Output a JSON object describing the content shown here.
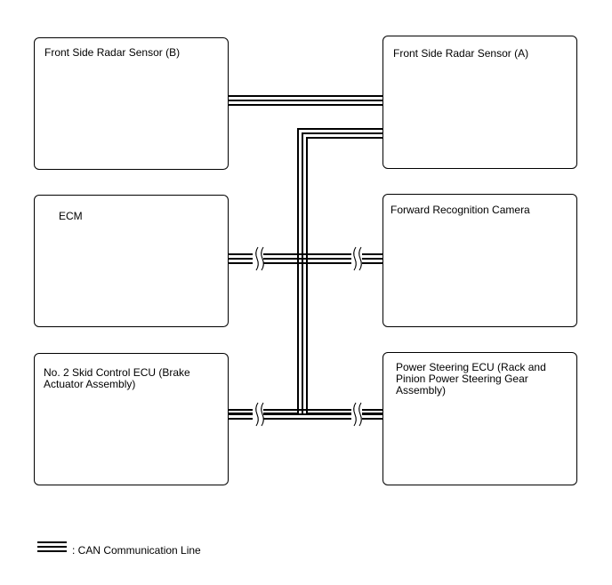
{
  "modules": {
    "radar_b": {
      "label": "Front Side Radar Sensor (B)"
    },
    "radar_a": {
      "label": "Front Side Radar Sensor (A)"
    },
    "ecm": {
      "label": "ECM"
    },
    "camera": {
      "label": "Forward Recognition Camera"
    },
    "skid_ecu": {
      "label": "No. 2 Skid Control ECU (Brake Actuator Assembly)"
    },
    "ps_ecu": {
      "label": "Power Steering ECU (Rack and Pinion Power Steering Gear Assembly)"
    }
  },
  "legend": {
    "text": ": CAN Communication Line"
  }
}
